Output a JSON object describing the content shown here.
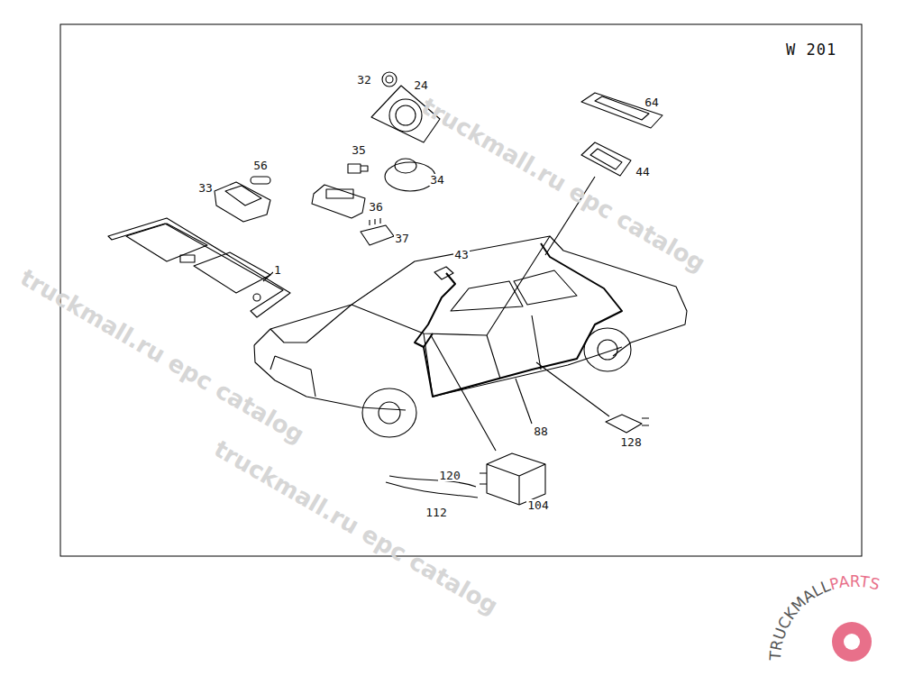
{
  "diagram": {
    "title": "W 201",
    "labels": [
      "32",
      "24",
      "35",
      "56",
      "34",
      "33",
      "36",
      "37",
      "1",
      "64",
      "44",
      "43",
      "88",
      "128",
      "120",
      "112",
      "104",
      "truckmall.ru epc catalog",
      "truckmall.ru epc catalog",
      "truckmall.ru epc catalog",
      "TRUCKMALL",
      "PARTS"
    ]
  }
}
